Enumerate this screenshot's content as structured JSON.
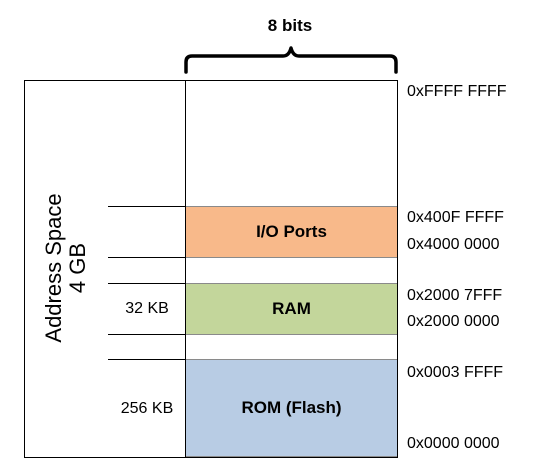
{
  "header": {
    "width_label": "8 bits"
  },
  "address_space": {
    "line1": "Address Space",
    "line2": "4 GB"
  },
  "regions": {
    "io": {
      "label": "I/O Ports",
      "color": "#f8b98a"
    },
    "ram": {
      "label": "RAM",
      "size": "32 KB",
      "color": "#c3d69b"
    },
    "rom": {
      "label": "ROM (Flash)",
      "size": "256 KB",
      "color": "#b8cce4"
    }
  },
  "addresses": {
    "top": "0xFFFF FFFF",
    "io_end": "0x400F FFFF",
    "io_start": "0x4000 0000",
    "ram_end": "0x2000 7FFF",
    "ram_start": "0x2000 0000",
    "rom_end": "0x0003 FFFF",
    "rom_start": "0x0000 0000"
  }
}
